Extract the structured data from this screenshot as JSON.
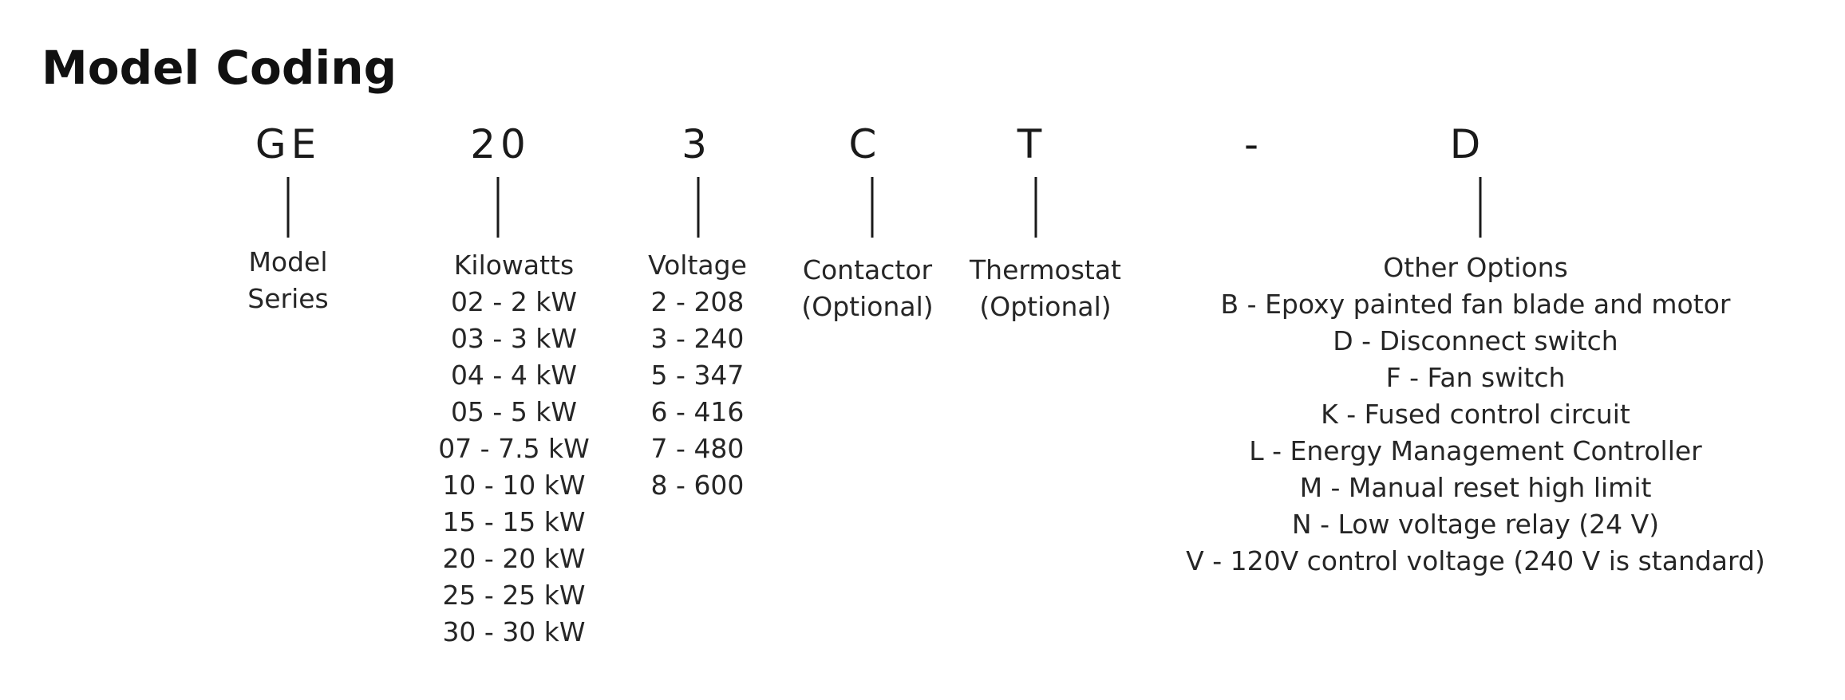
{
  "title": "Model Coding",
  "code": {
    "series": "GE",
    "kilowatts": "20",
    "voltage": "3",
    "contactor": "C",
    "thermostat": "T",
    "dash": "-",
    "options": "D"
  },
  "columns": {
    "series": {
      "lines": [
        "Model",
        "Series"
      ]
    },
    "kilowatts": {
      "heading": "Kilowatts",
      "items": [
        "02 - 2 kW",
        "03 - 3 kW",
        "04 - 4 kW",
        "05 - 5 kW",
        "07 - 7.5 kW",
        "10 - 10 kW",
        "15 - 15 kW",
        "20 - 20 kW",
        "25 - 25 kW",
        "30 - 30 kW"
      ]
    },
    "voltage": {
      "heading": "Voltage",
      "items": [
        "2 - 208",
        "3 - 240",
        "5 - 347",
        "6 - 416",
        "7 - 480",
        "8 - 600"
      ]
    },
    "contactor": {
      "lines": [
        "Contactor",
        "(Optional)"
      ]
    },
    "thermostat": {
      "lines": [
        "Thermostat",
        "(Optional)"
      ]
    },
    "options": {
      "heading": "Other Options",
      "items": [
        "B - Epoxy painted fan blade and motor",
        "D - Disconnect switch",
        "F - Fan switch",
        "K - Fused control circuit",
        "L - Energy Management Controller",
        "M - Manual reset high limit",
        "N - Low voltage relay (24 V)",
        "V - 120V control voltage (240 V is standard)"
      ]
    }
  }
}
